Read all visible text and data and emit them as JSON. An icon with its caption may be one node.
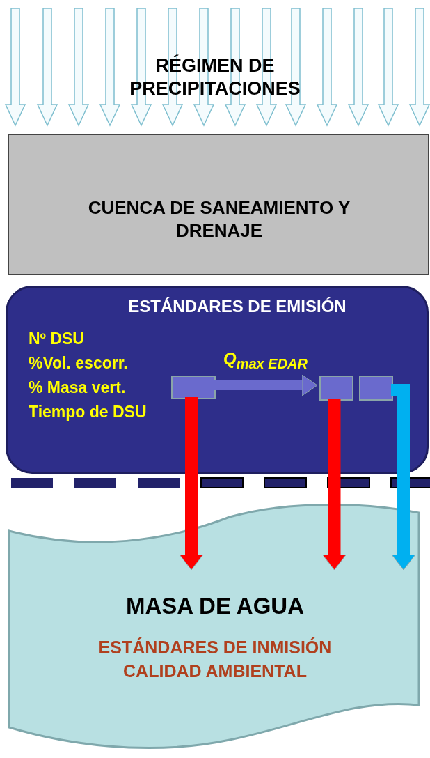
{
  "diagram": {
    "nodes": [
      {
        "text": [
          "CUENCA DE SANEAMIENTO Y DRENAJE"
        ]
      },
      {
        "text": [
          "ESTÁNDARES DE EMISIÓN",
          "Nº DSU",
          "%Vol. escorr.",
          "% Masa vert.",
          "Tiempo de DSU"
        ]
      },
      {
        "text": [],
        "shape": "box",
        "in": 1
      },
      {
        "text": [],
        "shape": "box",
        "in": 1
      },
      {
        "text": [],
        "shape": "box",
        "in": 1
      },
      {
        "text": [
          "MASA DE AGUA",
          "ESTÁNDARES DE INMISIÓN CALIDAD AMBIENTAL"
        ]
      }
    ],
    "edges": [
      {
        "from": 2,
        "to": 3,
        "arrow": "to",
        "label": "Q$_{max EDAR}$",
        "color": "#6a6acd"
      },
      {
        "from": 2,
        "to": 5,
        "arrow": "to",
        "color": "#ff0000"
      },
      {
        "from": 3,
        "to": 5,
        "arrow": "to",
        "color": "#ff0000"
      },
      {
        "from": 4,
        "to": 5,
        "arrow": "to",
        "color": "#00b0f0"
      }
    ],
    "labels": [
      "RÉGIMEN DE PRECIPITACIONES"
    ]
  }
}
